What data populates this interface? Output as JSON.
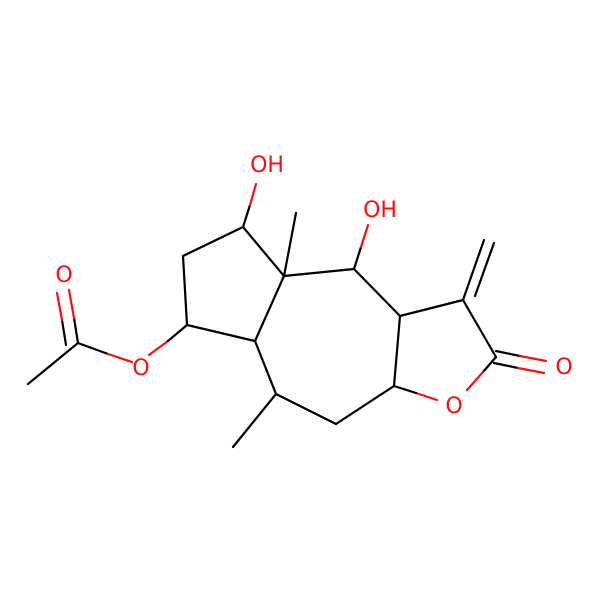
{
  "molecule": {
    "atom_labels": {
      "oh_top": "OH",
      "oh_right": "OH",
      "carbonyl_o_lactone": "O",
      "ring_o_lactone": "O",
      "carbonyl_o_acetyl": "O",
      "ester_o_acetyl": "O"
    },
    "colors": {
      "carbon_bond": "#000000",
      "oxygen": "#ff0d0d",
      "background": "#ffffff"
    }
  }
}
